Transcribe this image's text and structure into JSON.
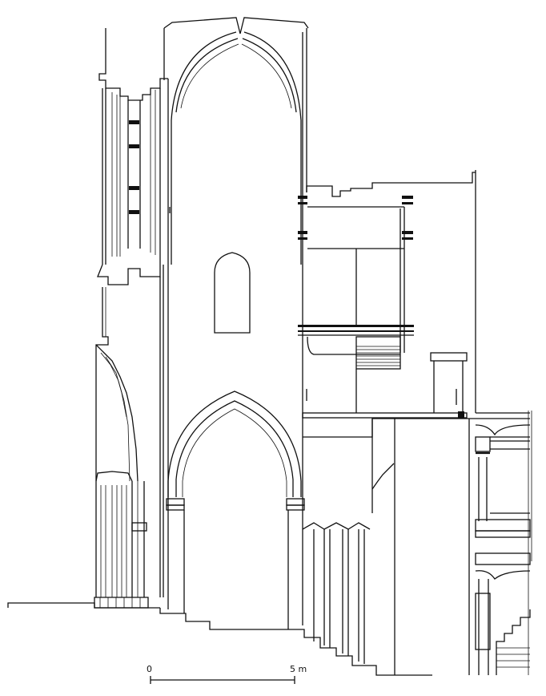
{
  "drawing": {
    "type": "architectural section elevation",
    "line_color": "#111111",
    "background": "#ffffff"
  },
  "scale_bar": {
    "start_label": "0",
    "end_label": "5 m"
  }
}
